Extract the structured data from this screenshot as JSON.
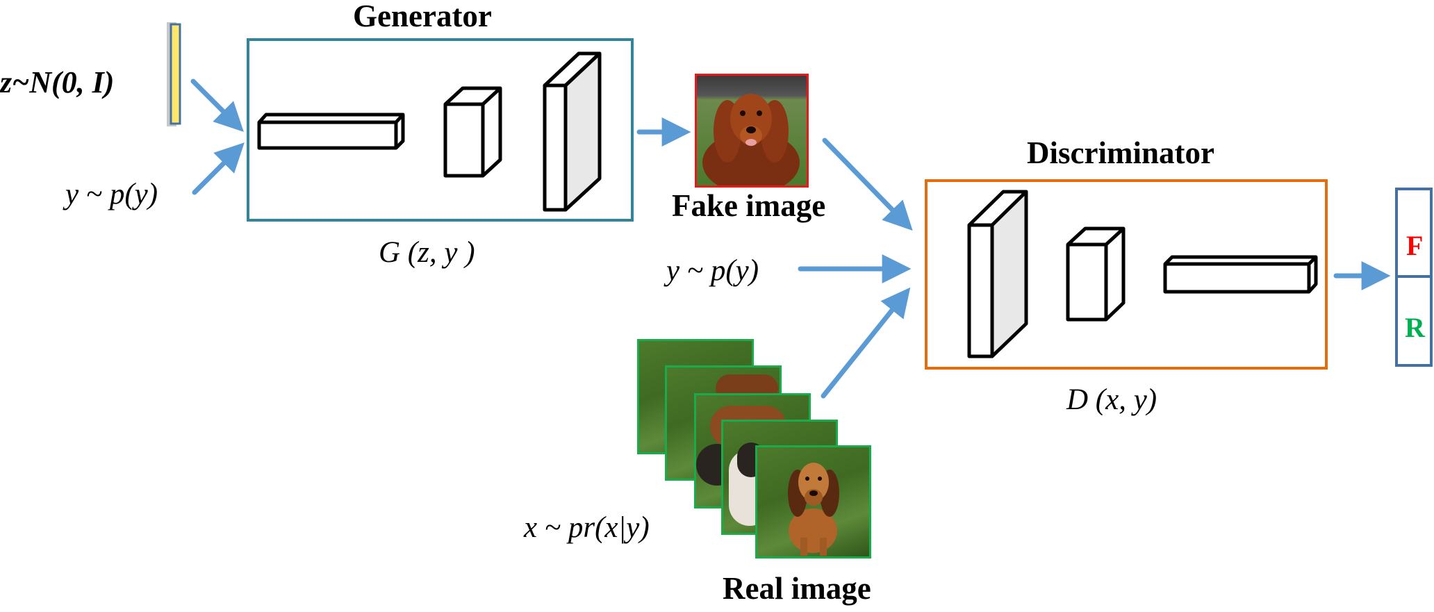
{
  "generator": {
    "title": "Generator",
    "function_label": "G (z, y )",
    "noise_label": "z~N(0, I)",
    "label_input": "y ~ p(y)"
  },
  "fake": {
    "label": "Fake image"
  },
  "discriminator": {
    "title": "Discriminator",
    "function_label": "D (x, y)",
    "label_input": "y ~ p(y)"
  },
  "real": {
    "label": "Real image",
    "data_label": "x ~ pr(x|y)"
  },
  "output": {
    "fake_letter": "F",
    "real_letter": "R"
  },
  "colors": {
    "arrow": "#5b9bd5",
    "generator_border": "#31849b",
    "discriminator_border": "#e46c0a",
    "fake_border": "#e41a1c",
    "real_border": "#1aab4b",
    "output_border": "#44719f",
    "fake_letter": "#ff0000",
    "real_letter": "#00b050",
    "noise_fill": "#ffe66d"
  }
}
